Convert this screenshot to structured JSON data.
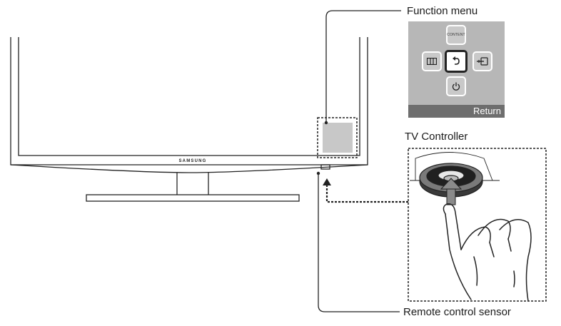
{
  "labels": {
    "function_menu": "Function menu",
    "tv_controller": "TV Controller",
    "remote_sensor": "Remote control sensor",
    "brand": "SAMSUNG"
  },
  "menu": {
    "content": "CONTENT",
    "return": "Return",
    "buttons": [
      {
        "name": "content-button",
        "icon": "content-text"
      },
      {
        "name": "channel-list-button",
        "icon": "columns-icon"
      },
      {
        "name": "return-button",
        "icon": "return-arrow-icon"
      },
      {
        "name": "source-button",
        "icon": "source-input-icon"
      },
      {
        "name": "power-button",
        "icon": "power-icon"
      }
    ]
  },
  "colors": {
    "panel": "#b7b7b7",
    "return_bar": "#6e6e6e",
    "sensor_box": "#c8c8c8",
    "line": "#222222"
  }
}
